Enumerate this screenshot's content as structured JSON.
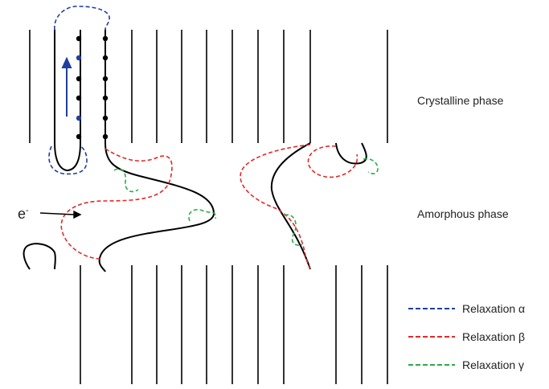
{
  "phases": {
    "crystalline": "Crystalline phase",
    "amorphous": "Amorphous phase"
  },
  "electron": {
    "base": "e",
    "sup": "-"
  },
  "legend": [
    {
      "label": "Relaxation α",
      "color": "#1f3f9e"
    },
    {
      "label": "Relaxation β",
      "color": "#e02a2a"
    },
    {
      "label": "Relaxation γ",
      "color": "#2eaa4a"
    }
  ],
  "colors": {
    "chain": "#000000",
    "alpha": "#1f3f9e",
    "beta": "#e02a2a",
    "gamma": "#2eaa4a"
  }
}
